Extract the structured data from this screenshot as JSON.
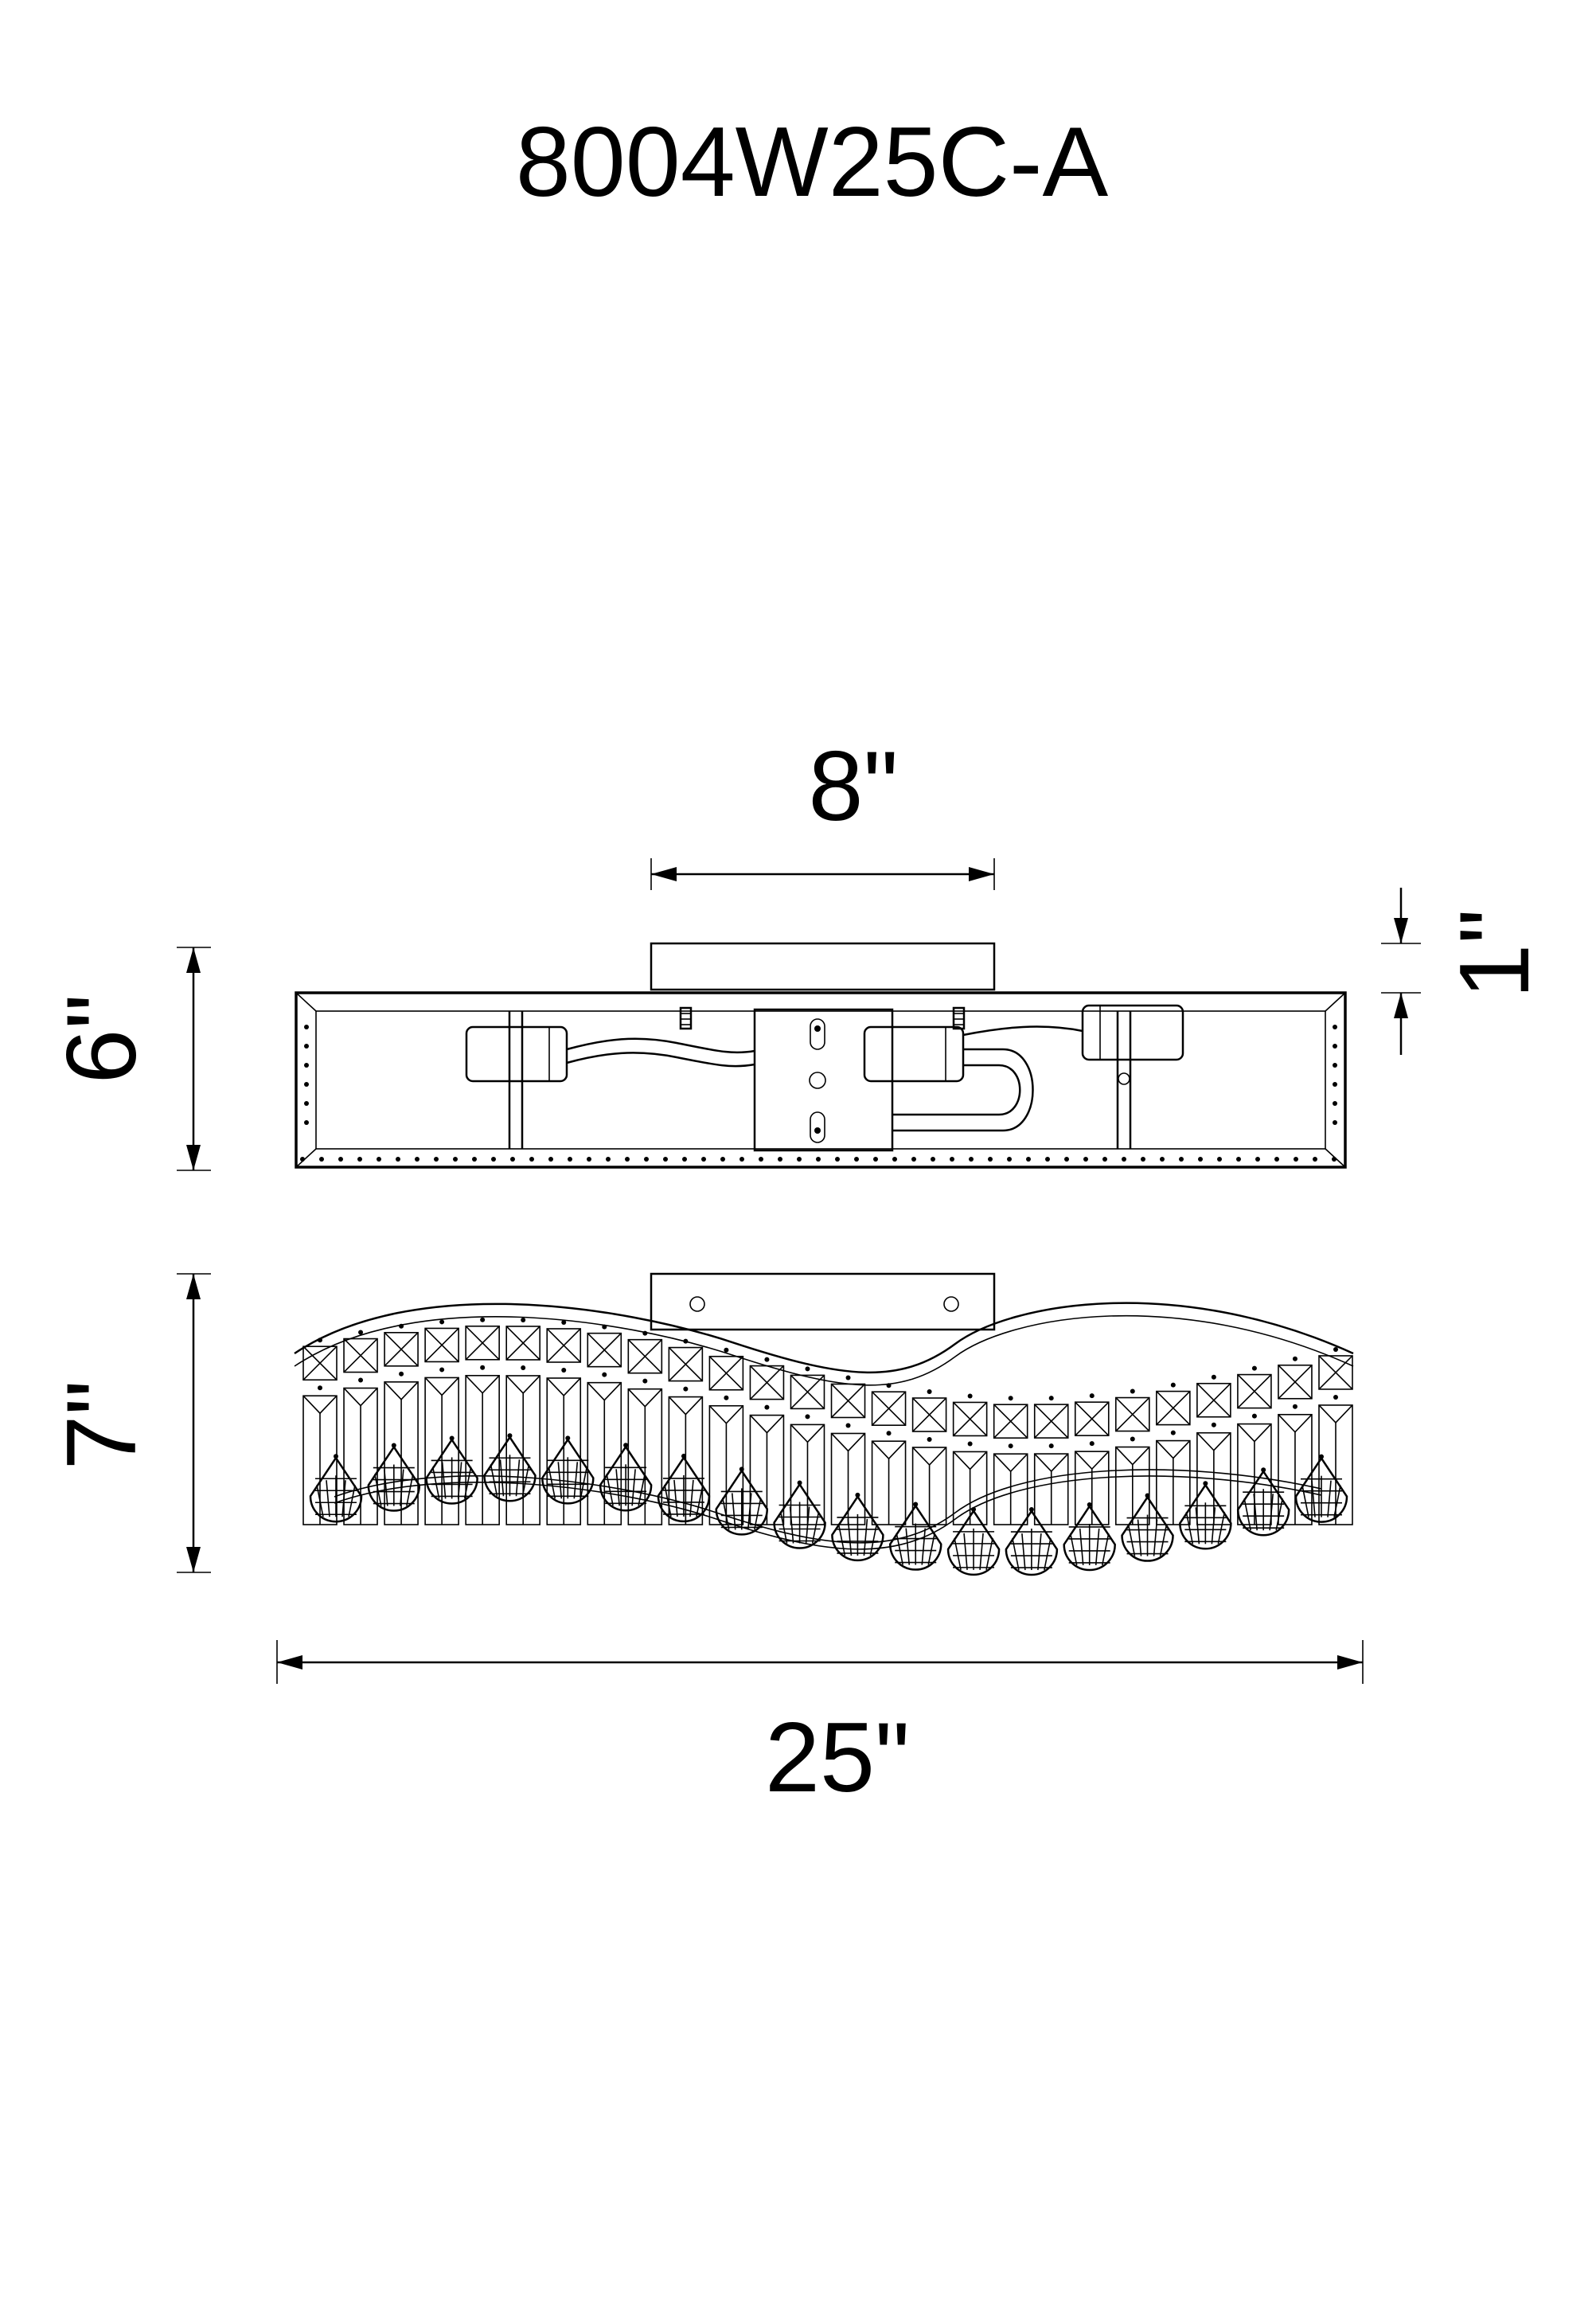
{
  "title": "8004W25C-A",
  "dimensions": {
    "top_width": "8\"",
    "top_height": "6\"",
    "canopy_height": "1\"",
    "front_height": "7\"",
    "overall_width": "25\""
  }
}
